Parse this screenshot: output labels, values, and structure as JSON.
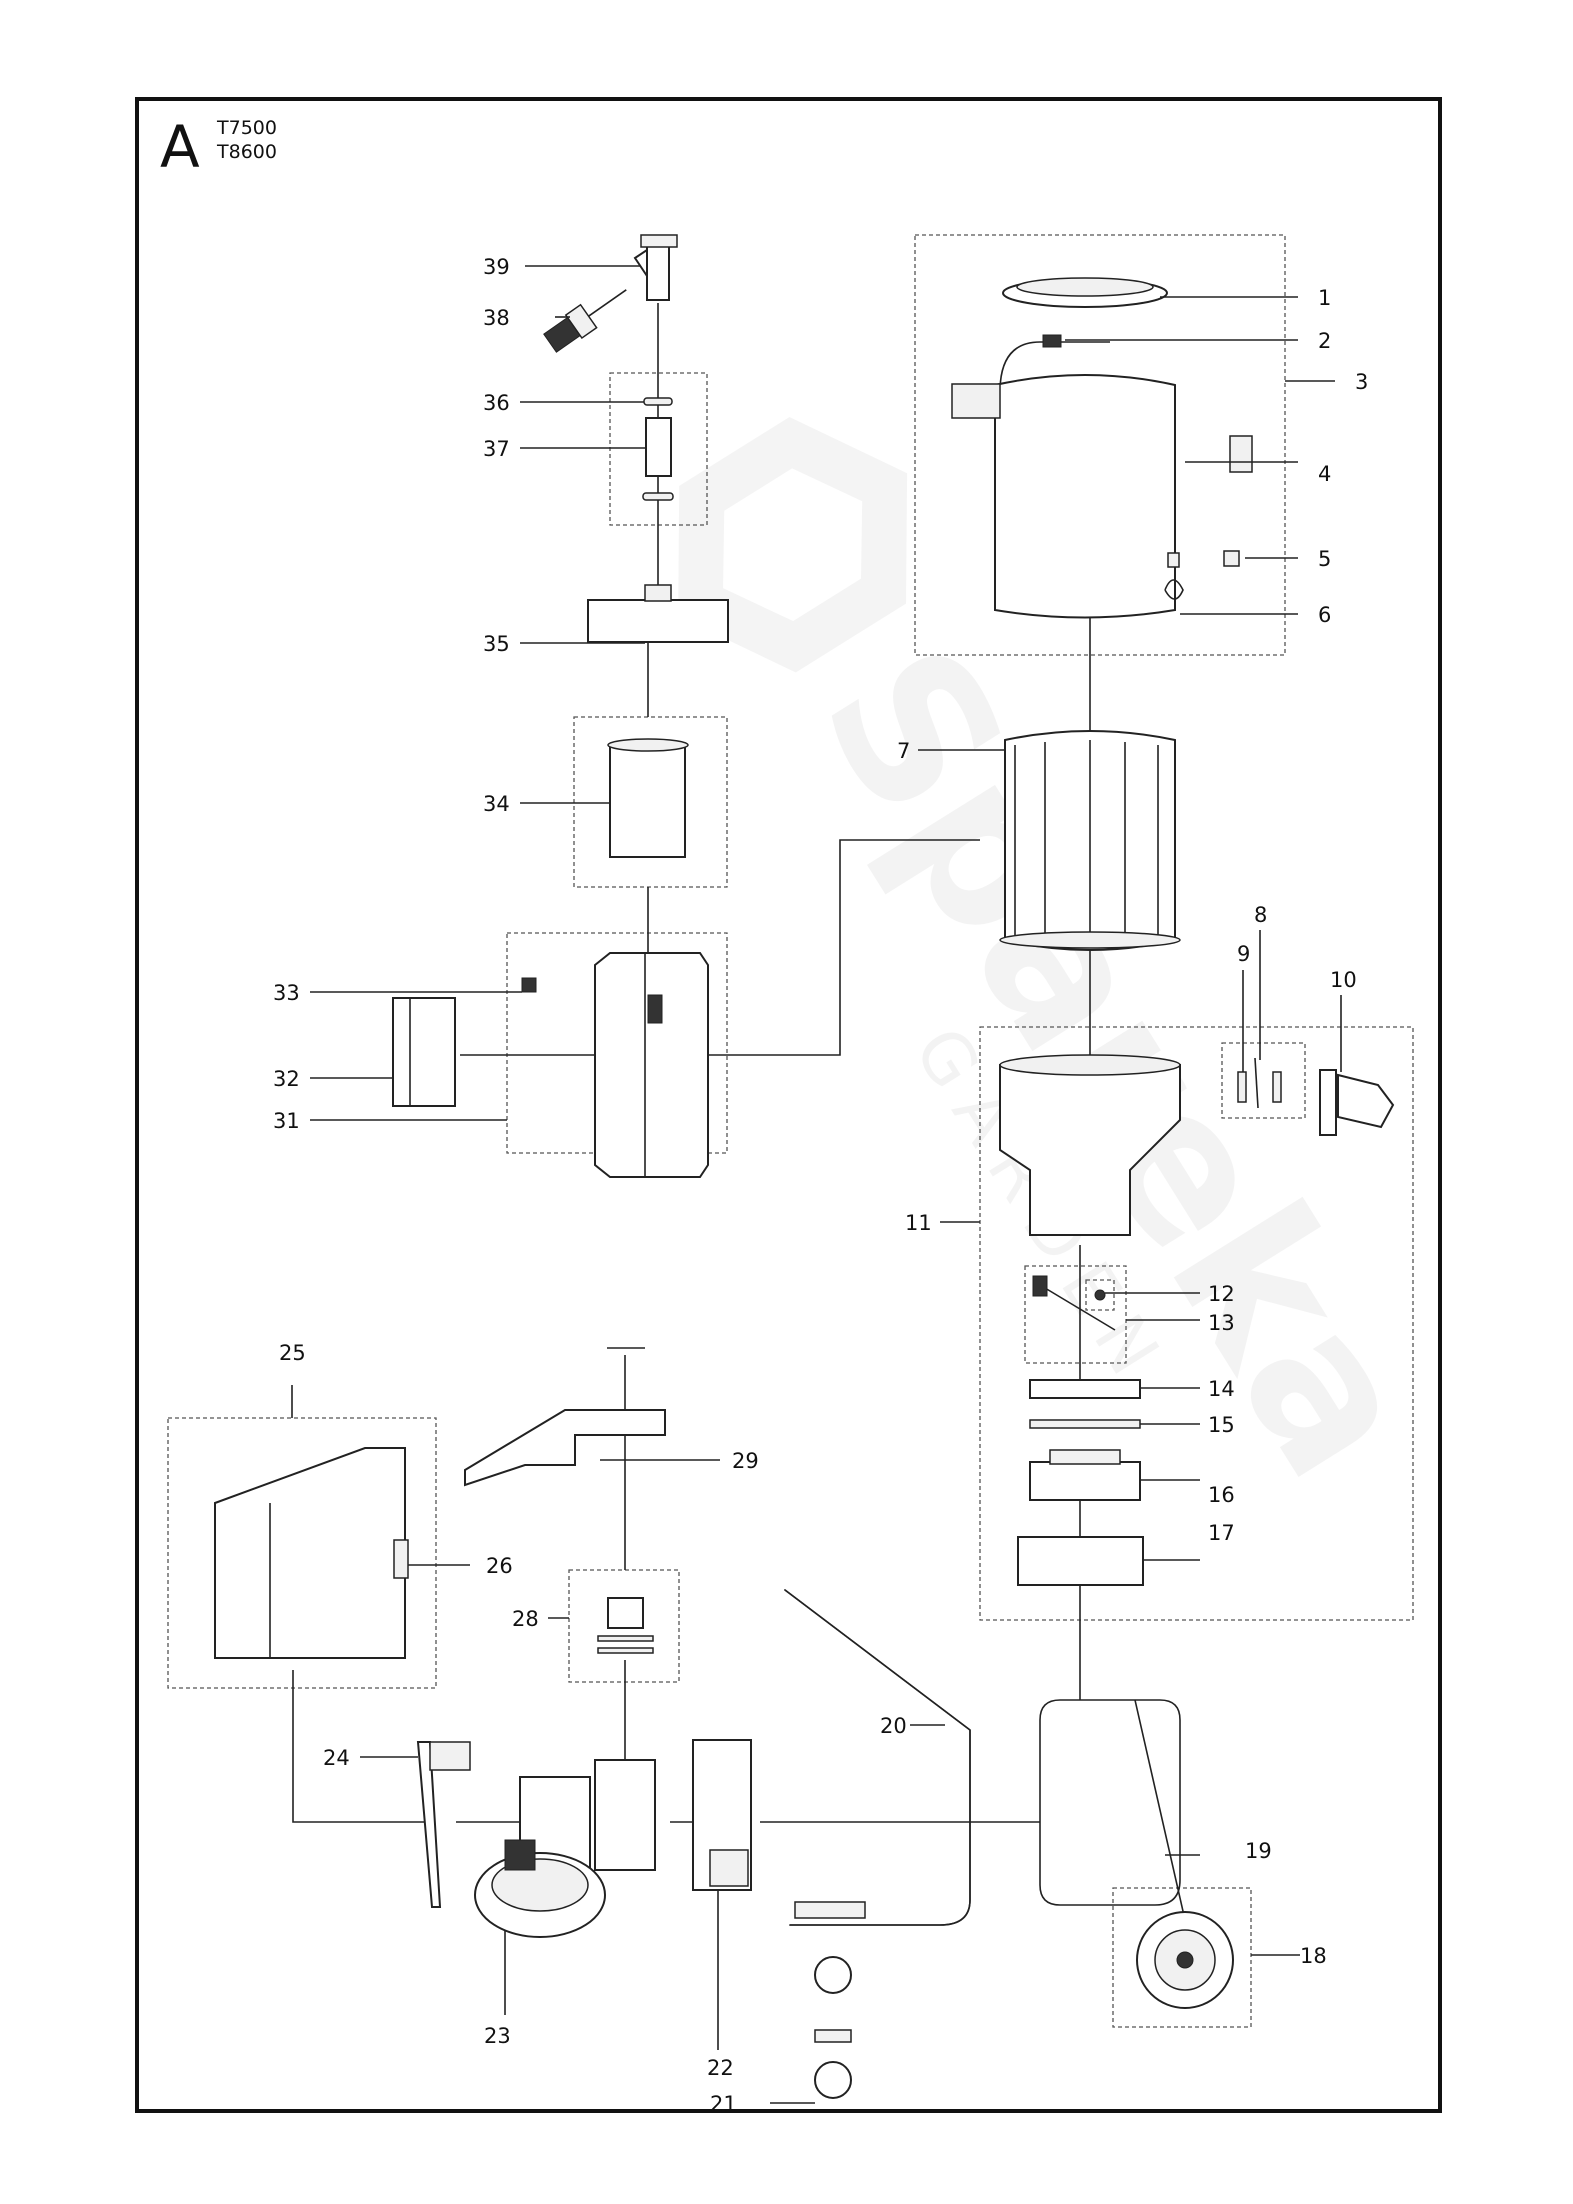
{
  "diagram": {
    "section_letter": "A",
    "models": [
      "T7500",
      "T8600"
    ],
    "watermark": {
      "brand": "Spareka",
      "sub": "GARDEN",
      "icon": "leaf-logo-icon"
    },
    "callouts": [
      {
        "id": "c1",
        "text": "1"
      },
      {
        "id": "c2",
        "text": "2"
      },
      {
        "id": "c3",
        "text": "3"
      },
      {
        "id": "c4",
        "text": "4"
      },
      {
        "id": "c5",
        "text": "5"
      },
      {
        "id": "c6",
        "text": "6"
      },
      {
        "id": "c7",
        "text": "7"
      },
      {
        "id": "c8",
        "text": "8"
      },
      {
        "id": "c9",
        "text": "9"
      },
      {
        "id": "c10",
        "text": "10"
      },
      {
        "id": "c11",
        "text": "11"
      },
      {
        "id": "c12",
        "text": "12"
      },
      {
        "id": "c13",
        "text": "13"
      },
      {
        "id": "c14",
        "text": "14"
      },
      {
        "id": "c15",
        "text": "15"
      },
      {
        "id": "c16",
        "text": "16"
      },
      {
        "id": "c17",
        "text": "17"
      },
      {
        "id": "c18",
        "text": "18"
      },
      {
        "id": "c19",
        "text": "19"
      },
      {
        "id": "c20",
        "text": "20"
      },
      {
        "id": "c21",
        "text": "21"
      },
      {
        "id": "c22",
        "text": "22"
      },
      {
        "id": "c23",
        "text": "23"
      },
      {
        "id": "c24",
        "text": "24"
      },
      {
        "id": "c25",
        "text": "25"
      },
      {
        "id": "c26",
        "text": "26"
      },
      {
        "id": "c28",
        "text": "28"
      },
      {
        "id": "c29",
        "text": "29"
      },
      {
        "id": "c31",
        "text": "31"
      },
      {
        "id": "c32",
        "text": "32"
      },
      {
        "id": "c33",
        "text": "33"
      },
      {
        "id": "c34",
        "text": "34"
      },
      {
        "id": "c35",
        "text": "35"
      },
      {
        "id": "c36",
        "text": "36"
      },
      {
        "id": "c37",
        "text": "37"
      },
      {
        "id": "c38",
        "text": "38"
      },
      {
        "id": "c39",
        "text": "39"
      }
    ]
  }
}
